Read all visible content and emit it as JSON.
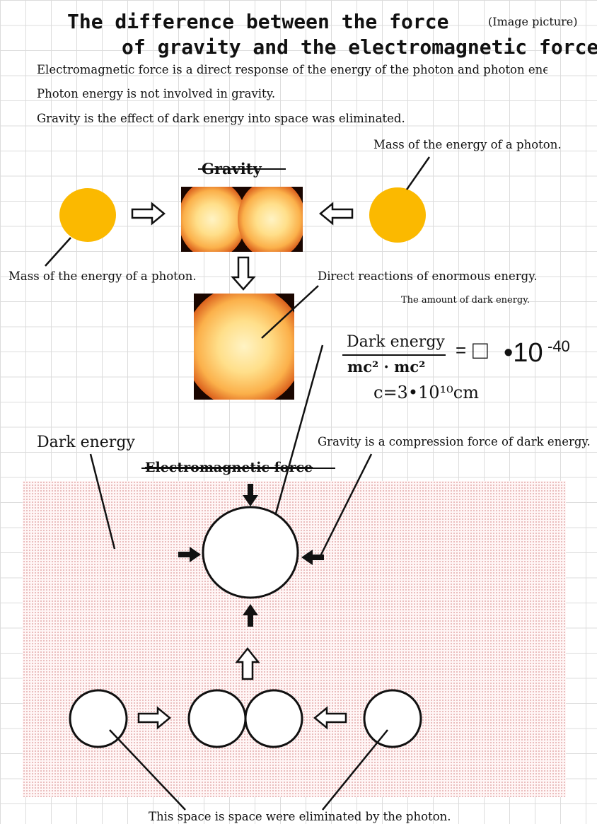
{
  "title": {
    "line1": "The difference between the force",
    "line2": "of gravity and the electromagnetic force.",
    "tag": "(Image picture)"
  },
  "statements": [
    "Electromagnetic force is a direct response of the energy of the photon and photon ene",
    "Photon energy is not involved in gravity.",
    "Gravity is the effect of dark energy into space was eliminated."
  ],
  "upper_diagram": {
    "gravity_label": "Gravity",
    "mass_label_right": "Mass of the energy of a photon.",
    "mass_label_left": "Mass of the energy of a photon.",
    "reaction_label": "Direct reactions of enormous energy.",
    "dark_amount_label": "The amount of dark energy."
  },
  "equation": {
    "numerator": "Dark energy",
    "denominator": "mc² · mc²",
    "equals": "=",
    "box": "□",
    "factor": "•10",
    "exponent": "-40",
    "constant": "c=3•10¹⁰cm"
  },
  "lower_diagram": {
    "dark_energy_label": "Dark energy",
    "compression_label": "Gravity is a compression force of dark energy.",
    "em_label": "Electromagnetic force",
    "space_label": "This space is space were eliminated by the photon."
  },
  "colors": {
    "sun": "#fbb900",
    "dotted_area": "#d88a8a",
    "grid": "#dcdcdc"
  }
}
